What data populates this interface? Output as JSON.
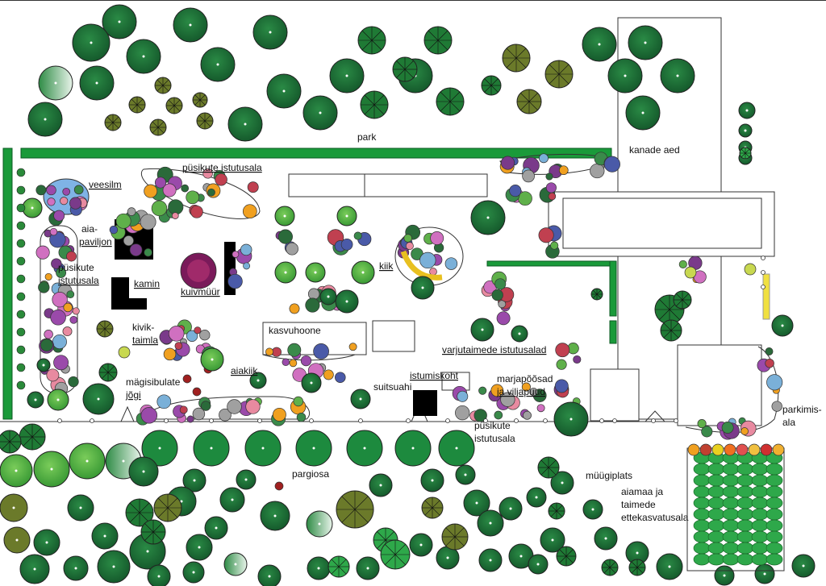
{
  "title": "",
  "labels": {
    "park": "park",
    "kanade_aed": "kanade aed",
    "pusikute_top": "püsikute istutusala",
    "veesilm": "veesilm",
    "aiapaviljon_1": "aia-",
    "aiapaviljon_2": "paviljon",
    "pusikute_left_1": "püsikute",
    "pusikute_left_2": "istutusala",
    "kamin": "kamin",
    "kuivmuur": "kuivmüür",
    "kiik": "kiik",
    "kasvuhoone": "kasvuhoone",
    "kiviktaimla_1": "kivik-",
    "kiviktaimla_2": "taimla",
    "aiakiik": "aiakiik",
    "magisibulate_1": "mägisibulate",
    "magisibulate_2": "jõgi",
    "varjutaimede": "varjutaimede istutusalad",
    "istumiskoht": "istumiskoht",
    "suitsuahi": "suitsuahi",
    "marjapoosad_1": "marjapõõsad",
    "marjapoosad_2": "ja viljapuud",
    "pusikute_bottom_1": "püsikute",
    "pusikute_bottom_2": "istutusala",
    "pargiosa": "pargiosa",
    "muugiplats": "müügiplats",
    "parkimis_1": "parkimis-",
    "parkimis_2": "ala",
    "aiamaa_1": "aiamaa ja",
    "aiamaa_2": "taimede",
    "aiamaa_3": "ettekasvatusala"
  },
  "colors": {
    "tree_dark": "#1e6b35",
    "tree_mid": "#2e8b45",
    "tree_light": "#5cb848",
    "conifer": "#2a8a3a",
    "olive": "#6b7a2a",
    "hedge": "#1a9a3a",
    "water": "#7fb3e6",
    "purple": "#7a3a8a",
    "pink": "#e88aa0",
    "yellow": "#f0e040"
  }
}
